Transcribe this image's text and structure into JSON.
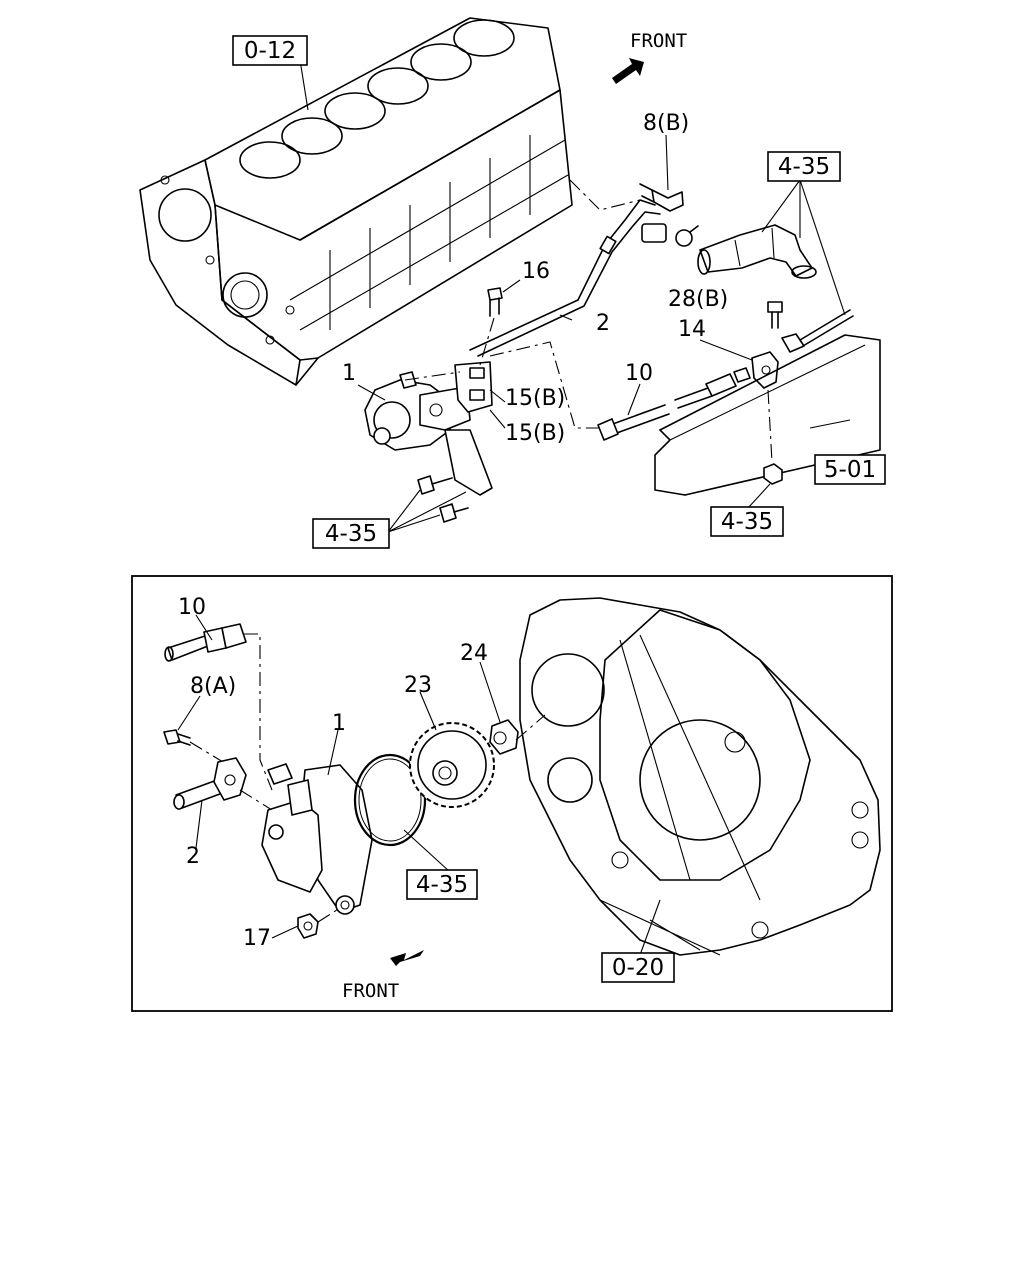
{
  "front_labels": {
    "top": "FRONT",
    "bottom": "FRONT"
  },
  "ref_boxes": {
    "engine_block": "0-12",
    "hose_group": "4-35",
    "bracket_bolts": "4-35",
    "frame_rail": "5-01",
    "nut": "4-35",
    "o_ring": "4-35",
    "flywheel_housing": "0-20"
  },
  "callouts": {
    "bolt_8b": "8(B)",
    "bolt_16": "16",
    "pipe_2_top": "2",
    "bolt_28b": "28(B)",
    "clip_14": "14",
    "pump_1_top": "1",
    "bolt_15b_a": "15(B)",
    "bolt_15b_b": "15(B)",
    "hose_10_top": "10",
    "hose_10_inset": "10",
    "bolt_8a": "8(A)",
    "pipe_2_inset": "2",
    "nut_17": "17",
    "pump_1_inset": "1",
    "gear_23": "23",
    "nut_24": "24"
  }
}
